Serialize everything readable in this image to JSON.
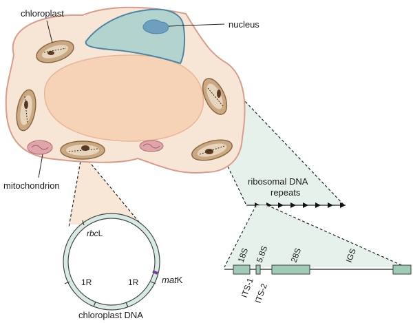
{
  "labels": {
    "chloroplast": "chloroplast",
    "nucleus": "nucleus",
    "mitochondrion": "mitochondrion",
    "ribosomal_repeats_line1": "ribosomal DNA",
    "ribosomal_repeats_line2": "repeats",
    "chloroplast_dna": "chloroplast DNA",
    "rbcl_italic": "rbc",
    "rbcl_plain": "L",
    "matk_italic": "mat",
    "matk_plain": "K",
    "ir_left": "1R",
    "ir_right": "1R"
  },
  "rdna": {
    "s18": "18S",
    "s58": "5.8S",
    "s28": "28S",
    "igs": "IGS",
    "its1": "ITS-1",
    "its2": "ITS-2"
  },
  "colors": {
    "cell_fill": "#f7e6d6",
    "cell_stroke": "#d99b8b",
    "vacuole_fill": "#f6d3b6",
    "nucleus_fill": "#b3d3cf",
    "nucleus_stroke": "#4d86a4",
    "nucleolus": "#6d9fbf",
    "chloroplast_fill": "#c9a882",
    "chloroplast_stroke": "#8a6a45",
    "mito_fill": "#e0a5a8",
    "gene_fill": "#9fcbb7",
    "gene_stroke": "#3c3c3c",
    "zoom_fill_green": "#e3eee9",
    "zoom_fill_peach": "#f7e3d1"
  }
}
